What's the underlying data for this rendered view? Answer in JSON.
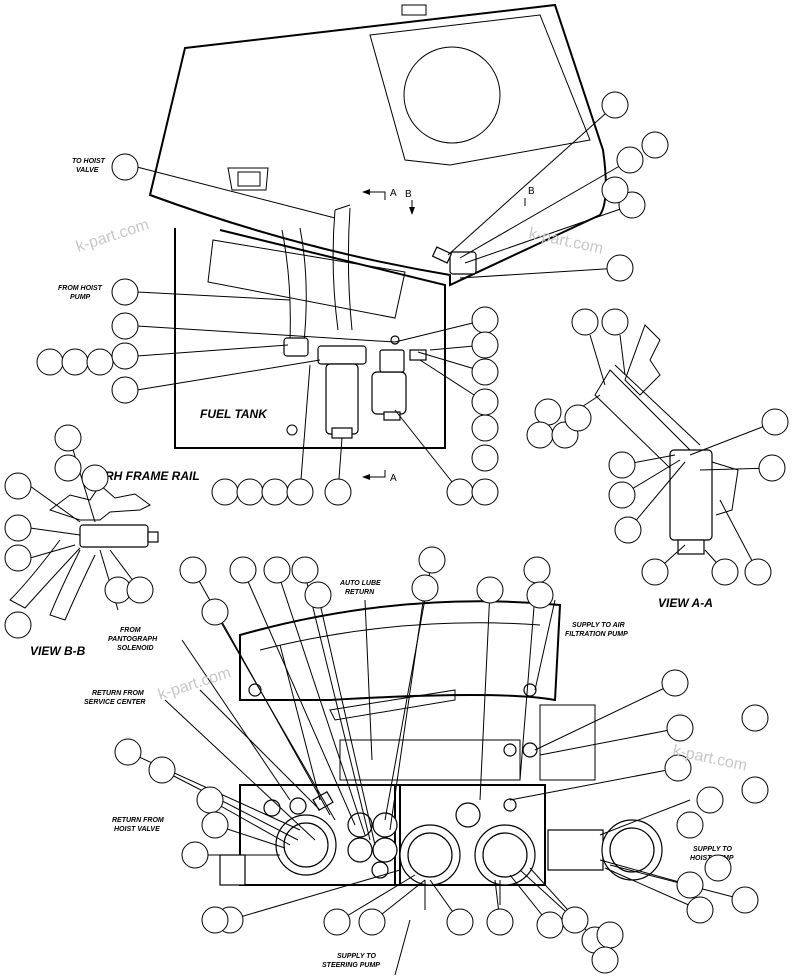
{
  "labels": {
    "to_hoist_valve_1": "TO HOIST",
    "to_hoist_valve_2": "VALVE",
    "from_hoist_pump_1": "FROM HOIST",
    "from_hoist_pump_2": "PUMP",
    "fuel_tank": "FUEL TANK",
    "rh_frame_rail": "RH FRAME RAIL",
    "view_bb": "VIEW B-B",
    "view_aa": "VIEW A-A",
    "auto_lube_1": "AUTO LUBE",
    "auto_lube_2": "RETURN",
    "pantograph_1": "FROM",
    "pantograph_2": "PANTOGRAPH",
    "pantograph_3": "SOLENOID",
    "service_center_1": "RETURN FROM",
    "service_center_2": "SERVICE CENTER",
    "hoist_valve_ret_1": "RETURN FROM",
    "hoist_valve_ret_2": "HOIST VALVE",
    "air_filtration_1": "SUPPLY TO AIR",
    "air_filtration_2": "FILTRATION PUMP",
    "hoist_pump_sup_1": "SUPPLY TO",
    "hoist_pump_sup_2": "HOIST PUMP",
    "steering_pump_1": "SUPPLY TO",
    "steering_pump_2": "STEERING PUMP",
    "section_a_top": "A",
    "section_a_bottom": "A",
    "section_b_left": "B",
    "section_b_right": "B"
  },
  "watermark": "k-part.com"
}
